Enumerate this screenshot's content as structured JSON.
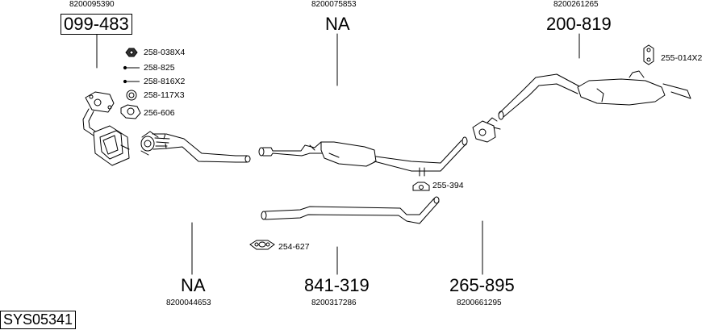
{
  "diagram": {
    "assembly_code": "SYS05341",
    "parts": [
      {
        "id": "front-pipe",
        "code": "099-483",
        "oem": "8200095390",
        "boxed": true
      },
      {
        "id": "middle-pipe",
        "code": "NA",
        "oem": "8200075853",
        "boxed": false
      },
      {
        "id": "rear-silencer",
        "code": "200-819",
        "oem": "8200261265",
        "boxed": false
      },
      {
        "id": "bottom-left",
        "code": "NA",
        "oem": "8200044653",
        "boxed": false
      },
      {
        "id": "connection-pipe",
        "code": "841-319",
        "oem": "8200317286",
        "boxed": false
      },
      {
        "id": "tail-pipe",
        "code": "265-895",
        "oem": "8200661295",
        "boxed": false
      }
    ],
    "fittings": [
      {
        "id": "nut",
        "label": "258-038X4",
        "icon": "nut-icon"
      },
      {
        "id": "bolt",
        "label": "258-825",
        "icon": "bolt-icon"
      },
      {
        "id": "stud",
        "label": "258-816X2",
        "icon": "stud-icon"
      },
      {
        "id": "ring",
        "label": "258-117X3",
        "icon": "ring-icon"
      },
      {
        "id": "gasket",
        "label": "256-606",
        "icon": "gasket-icon"
      },
      {
        "id": "rubber-mount",
        "label": "255-014X2",
        "icon": "rubber-mount-icon"
      },
      {
        "id": "clamp-mount",
        "label": "255-394",
        "icon": "mount-icon"
      },
      {
        "id": "flange-gasket",
        "label": "254-627",
        "icon": "flange-gasket-icon"
      }
    ]
  }
}
